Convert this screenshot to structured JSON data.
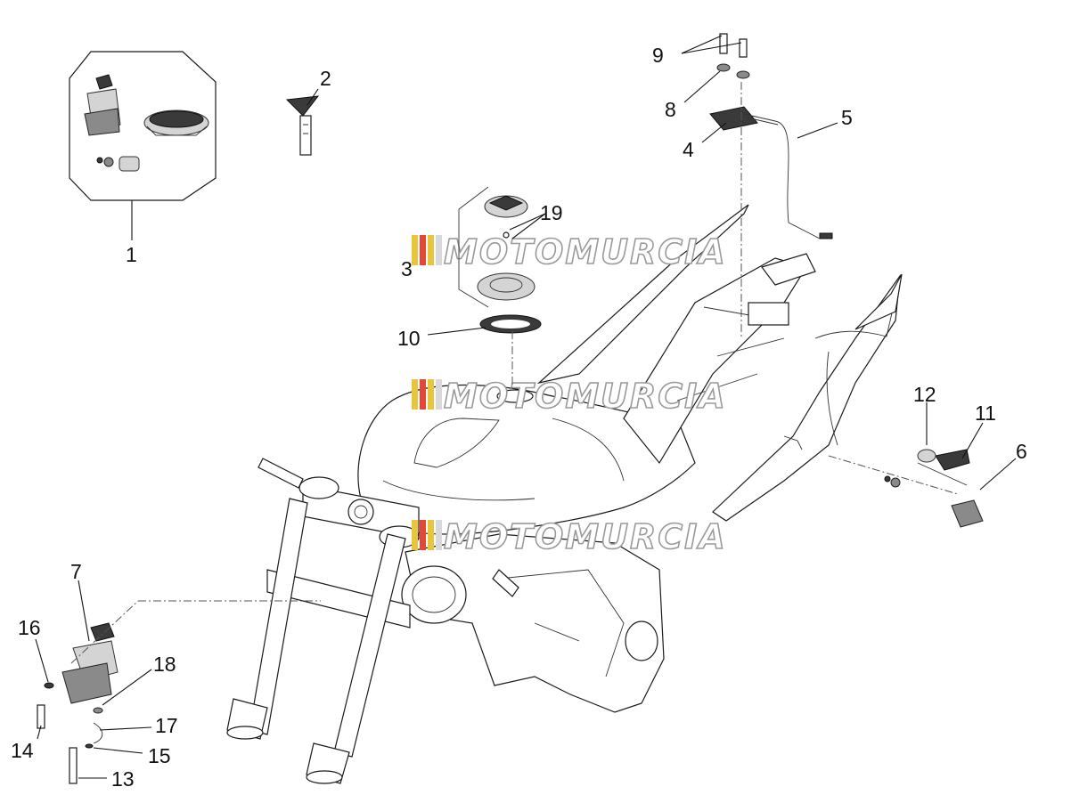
{
  "watermark": "MOTOMURCIA",
  "colors": {
    "line": "#1a1a1a",
    "background": "#ffffff",
    "watermark_stripes": [
      "#e8c53a",
      "#e3473a",
      "#e8c53a",
      "#d9d9d9"
    ]
  },
  "callouts": [
    "1",
    "2",
    "3",
    "4",
    "5",
    "6",
    "7",
    "8",
    "9",
    "10",
    "11",
    "12",
    "13",
    "14",
    "15",
    "16",
    "17",
    "18",
    "19"
  ]
}
